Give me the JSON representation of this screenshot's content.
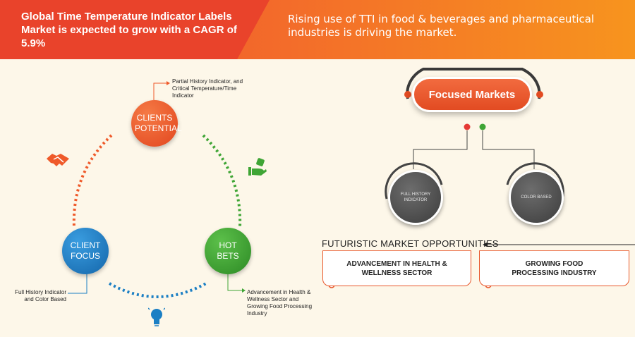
{
  "header": {
    "headline": "Global Time Temperature Indicator Labels Market is expected to grow with a CAGR of 5.9%",
    "subline": "Rising use of TTI in food & beverages and pharmaceutical industries is driving the market."
  },
  "clients_potential": {
    "label": "CLIENTS POTENTIAL",
    "note": "Partial History Indicator, and Critical Temperature/Time Indicator"
  },
  "client_focus": {
    "label": "CLIENT FOCUS",
    "note": "Full History Indicator and Color Based"
  },
  "hot_bets": {
    "label": "HOT BETS",
    "note": "Advancement in Health & Wellness Sector and Growing Food Processing Industry"
  },
  "focused_markets": {
    "title": "Focused Markets",
    "items": [
      "FULL HISTORY INDICATOR",
      "COLOR BASED"
    ]
  },
  "futuristic": {
    "title": "FUTURISTIC MARKET OPPORTUNITIES",
    "items": [
      "ADVANCEMENT IN HEALTH & WELLNESS SECTOR",
      "GROWING FOOD PROCESSING INDUSTRY"
    ]
  },
  "icons": [
    "handshake-icon",
    "money-hand-icon",
    "lightbulb-icon"
  ],
  "colors": {
    "orange": "#ef5a2a",
    "blue": "#1b7fc4",
    "green": "#3fa535",
    "gray": "#4a4a4a"
  }
}
